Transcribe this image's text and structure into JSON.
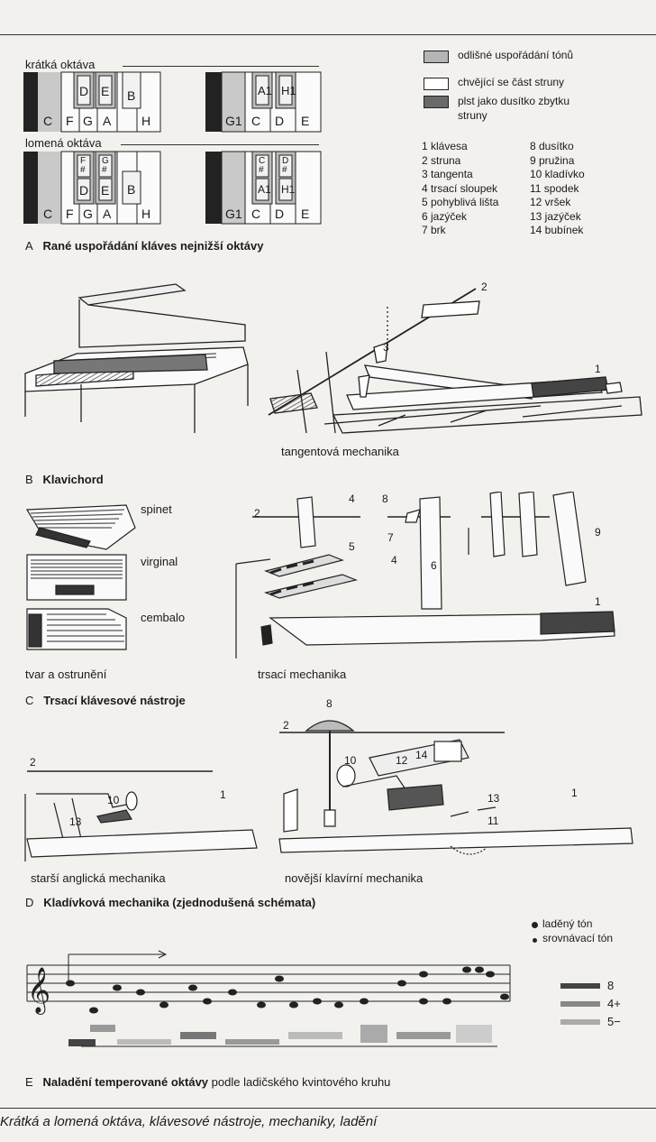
{
  "section_a": {
    "short_octave_label": "krátká oktáva",
    "broken_octave_label": "lomená oktáva",
    "short_left": {
      "whites": [
        "C",
        "F",
        "G",
        "A",
        "H"
      ],
      "blacks": [
        "D",
        "E",
        "B"
      ]
    },
    "short_right": {
      "whites": [
        "G1",
        "C",
        "D",
        "E"
      ],
      "blacks": [
        "A1",
        "H1"
      ]
    },
    "broken_left": {
      "whites": [
        "C",
        "F",
        "G",
        "A",
        "H"
      ],
      "split_top": [
        "F #",
        "G #"
      ],
      "split_bottom": [
        "D",
        "E"
      ],
      "black": "B"
    },
    "broken_right": {
      "whites": [
        "G1",
        "C",
        "D",
        "E"
      ],
      "split_top": [
        "C #",
        "D #"
      ],
      "split_bottom": [
        "A1",
        "H1"
      ]
    },
    "letter": "A",
    "title": "Rané uspořádání kláves nejnižší oktávy"
  },
  "legend": {
    "different_tones": "odlišné uspořádání tónů",
    "vibrating_part": "chvějící se část struny",
    "felt_damper": "plst jako dusítko zbytku struny",
    "parts_left": [
      "1 klávesa",
      "2 struna",
      "3 tangenta",
      "4 trsací sloupek",
      "5 pohyblivá lišta",
      "6 jazýček",
      "7 brk"
    ],
    "parts_right": [
      "8 dusítko",
      "9 pružina",
      "10 kladívko",
      "11 spodek",
      "12 vršek",
      "13 jazýček",
      "14 bubínek"
    ]
  },
  "section_b": {
    "letter": "B",
    "title": "Klavichord",
    "mechanism_caption": "tangentová mechanika",
    "numbers": [
      "2",
      "3",
      "1"
    ]
  },
  "section_c": {
    "letter": "C",
    "title": "Trsací klávesové nástroje",
    "instruments": [
      "spinet",
      "virginal",
      "cembalo"
    ],
    "shape_caption": "tvar a ostrunění",
    "mechanism_caption": "trsací mechanika",
    "numbers": [
      "2",
      "4",
      "5",
      "8",
      "7",
      "4",
      "6",
      "9",
      "1"
    ]
  },
  "section_d": {
    "letter": "D",
    "title": "Kladívková mechanika (zjednodušená schémata)",
    "left_caption": "starší anglická mechanika",
    "right_caption": "novější klavírní mechanika",
    "left_numbers": [
      "2",
      "10",
      "13",
      "1"
    ],
    "right_numbers": [
      "8",
      "2",
      "10",
      "12",
      "14",
      "13",
      "11",
      "1"
    ]
  },
  "section_e": {
    "letter": "E",
    "title_bold": "Naladění temperované oktávy",
    "title_rest": " podle ladičského kvintového kruhu",
    "legend_tuned": "laděný tón",
    "legend_comparison": "srovnávací tón",
    "interval_labels": [
      "8",
      "4+",
      "5−"
    ]
  },
  "footer": {
    "caption": "Krátká a lomená oktáva, klávesové nástroje, mechaniky, ladění"
  }
}
